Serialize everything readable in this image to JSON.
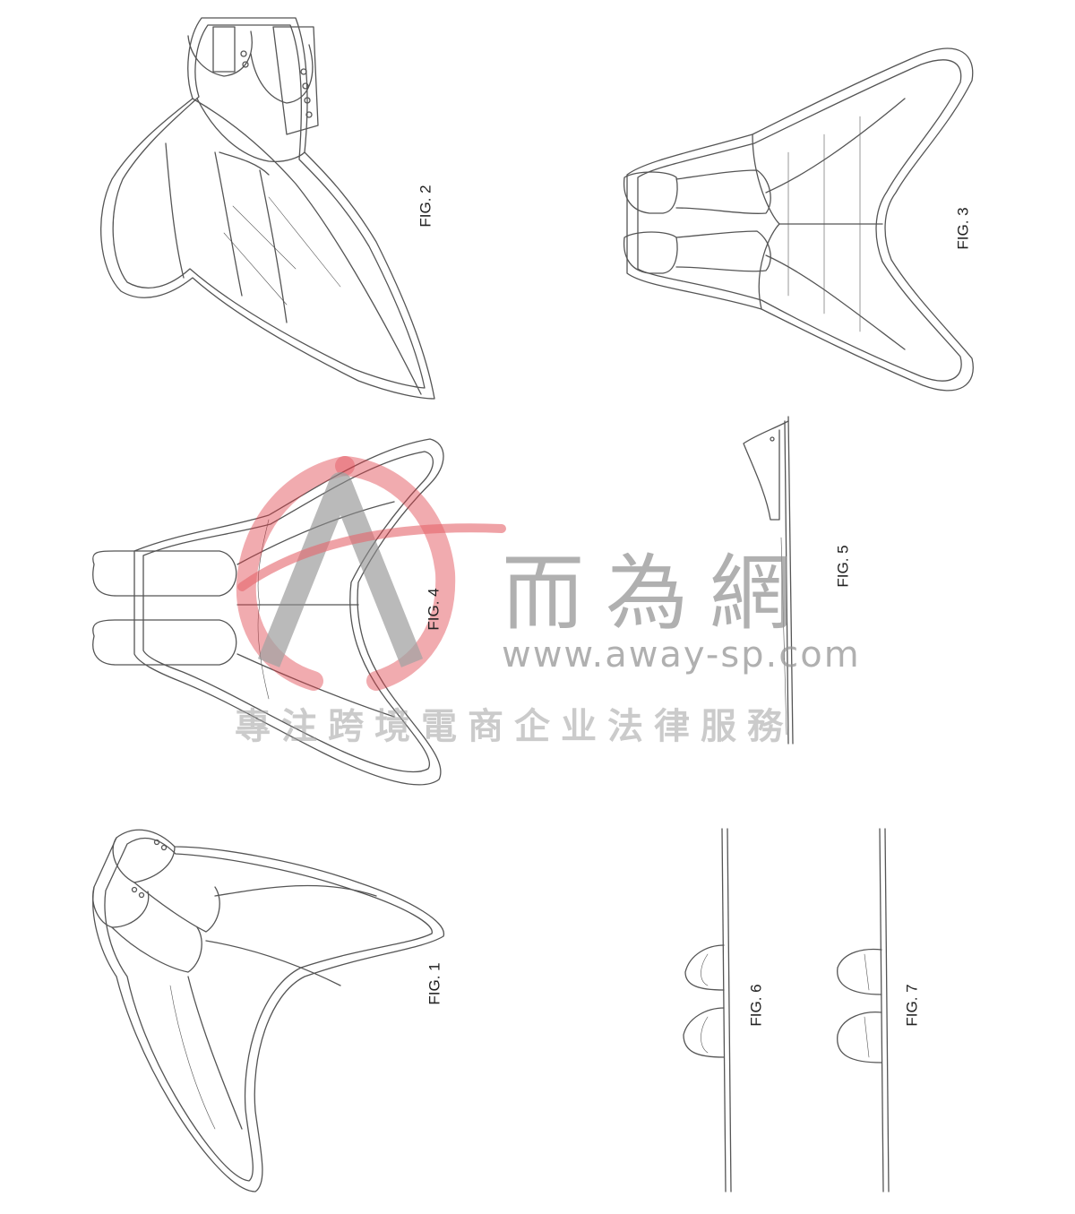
{
  "sheet": {
    "figures": [
      {
        "id": "fig1",
        "label": "FIG. 1"
      },
      {
        "id": "fig2",
        "label": "FIG. 2"
      },
      {
        "id": "fig3",
        "label": "FIG. 3"
      },
      {
        "id": "fig4",
        "label": "FIG. 4"
      },
      {
        "id": "fig5",
        "label": "FIG. 5"
      },
      {
        "id": "fig6",
        "label": "FIG. 6"
      },
      {
        "id": "fig7",
        "label": "FIG. 7"
      }
    ]
  },
  "watermark": {
    "name": "而為網",
    "url": "www.away-sp.com",
    "tagline": "專注跨境電商企业法律服務",
    "colors": {
      "logo_red": "#e04048",
      "logo_gray": "#8c8c8c",
      "text_gray": "#969696"
    }
  },
  "colors": {
    "line": "#555555",
    "background": "#ffffff"
  }
}
